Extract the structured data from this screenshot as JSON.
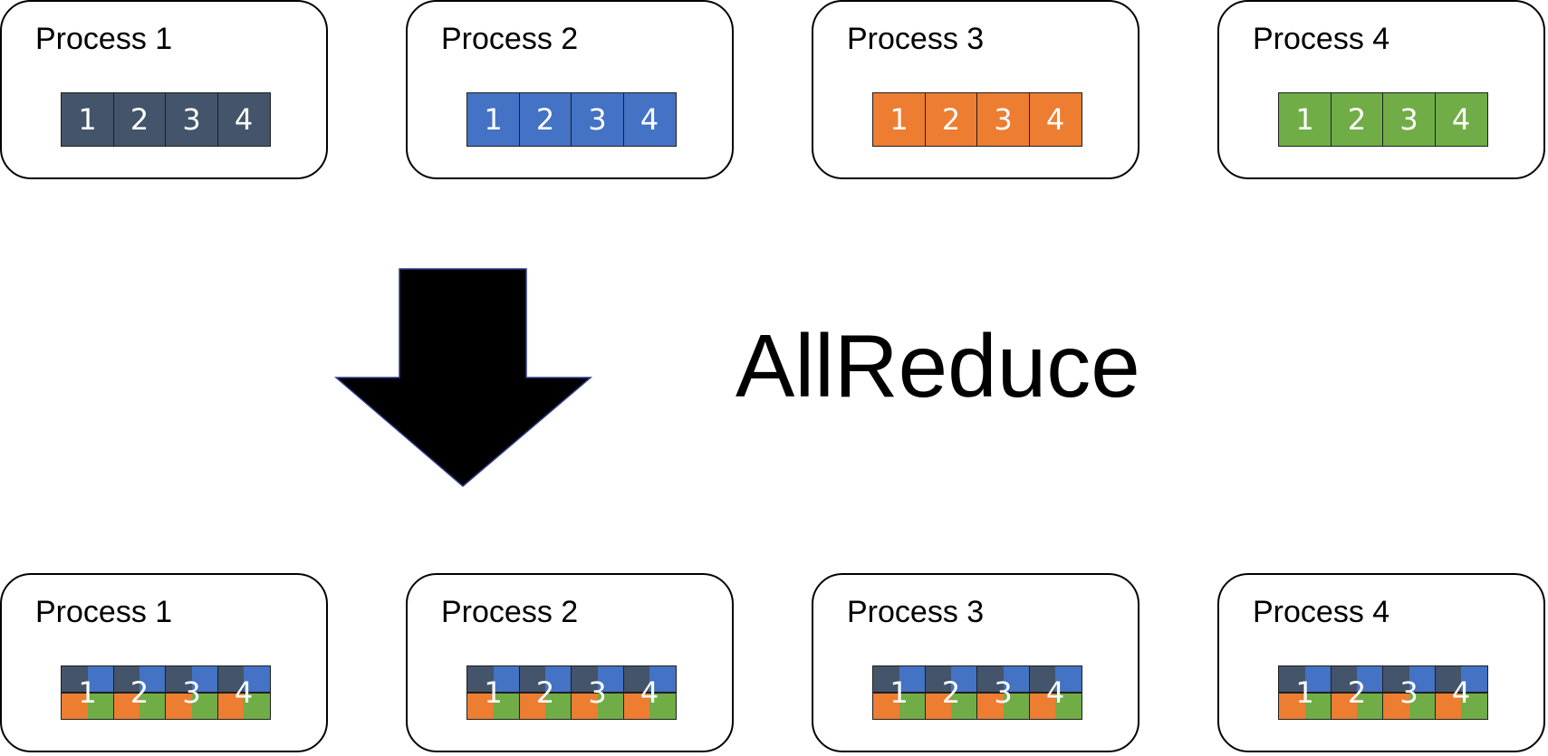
{
  "colors": {
    "process_1": "#44546a",
    "process_2": "#4472c4",
    "process_3": "#ed7d31",
    "process_4": "#70ad47"
  },
  "operation": {
    "label": "AllReduce",
    "arrow_icon": "down-arrow-icon"
  },
  "before": {
    "processes": [
      {
        "title": "Process 1",
        "cells": [
          "1",
          "2",
          "3",
          "4"
        ],
        "color": "#44546a"
      },
      {
        "title": "Process 2",
        "cells": [
          "1",
          "2",
          "3",
          "4"
        ],
        "color": "#4472c4"
      },
      {
        "title": "Process 3",
        "cells": [
          "1",
          "2",
          "3",
          "4"
        ],
        "color": "#ed7d31"
      },
      {
        "title": "Process 4",
        "cells": [
          "1",
          "2",
          "3",
          "4"
        ],
        "color": "#70ad47"
      }
    ]
  },
  "after": {
    "processes": [
      {
        "title": "Process 1",
        "cells": [
          "1",
          "2",
          "3",
          "4"
        ]
      },
      {
        "title": "Process 2",
        "cells": [
          "1",
          "2",
          "3",
          "4"
        ]
      },
      {
        "title": "Process 3",
        "cells": [
          "1",
          "2",
          "3",
          "4"
        ]
      },
      {
        "title": "Process 4",
        "cells": [
          "1",
          "2",
          "3",
          "4"
        ]
      }
    ],
    "cell_quadrant_colors": [
      "#44546a",
      "#4472c4",
      "#ed7d31",
      "#70ad47"
    ]
  }
}
